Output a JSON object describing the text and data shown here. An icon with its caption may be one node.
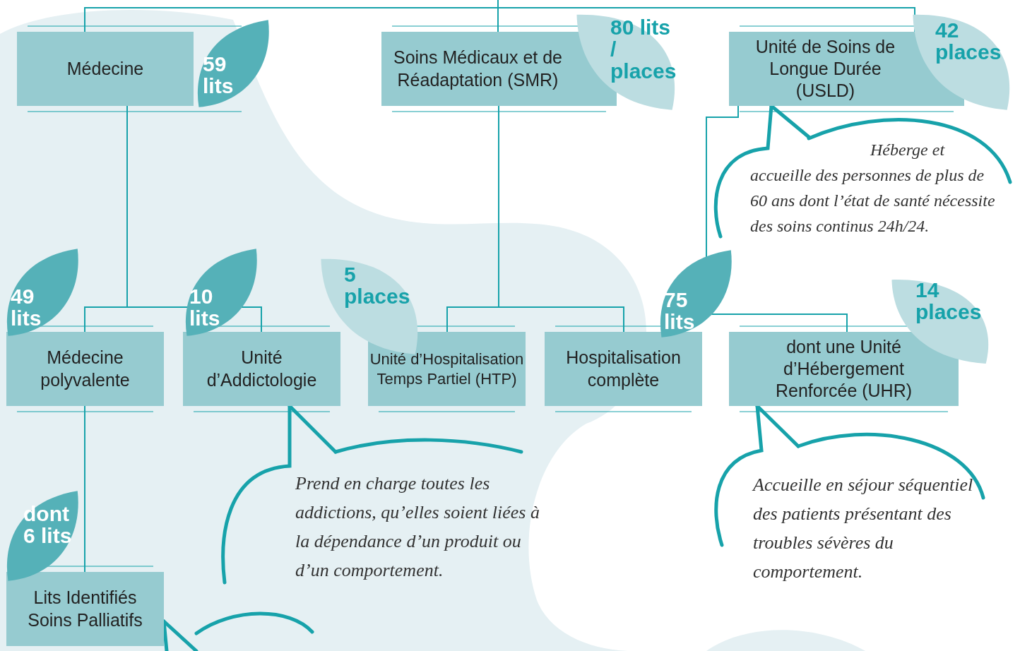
{
  "diagram": {
    "nodes": [
      {
        "text": [
          "Médecine"
        ],
        "beside": [
          "59 lits"
        ]
      },
      {
        "text": [
          "Soins Médicaux et de Réadaptation (SMR)"
        ],
        "beside": [
          "80 lits / places"
        ]
      },
      {
        "text": [
          "Unité de Soins de Longue Durée (USLD)"
        ],
        "beside": [
          "42 places"
        ]
      },
      {
        "text": [
          "Médecine polyvalente"
        ],
        "beside": [
          "49 lits"
        ]
      },
      {
        "text": [
          "Unité d’Addictologie"
        ],
        "beside": [
          "10 lits"
        ]
      },
      {
        "text": [
          "Unité d’Hospitalisation Temps Partiel (HTP)"
        ],
        "beside": [
          "5 places"
        ]
      },
      {
        "text": [
          "Hospitalisation complète"
        ],
        "beside": [
          "75 lits"
        ]
      },
      {
        "text": [
          "dont une Unité d’Hébergement Renforcée (UHR)"
        ],
        "beside": [
          "14 places"
        ]
      },
      {
        "text": [
          "Lits Identifiés Soins Palliatifs"
        ],
        "beside": [
          "dont 6 lits"
        ]
      },
      {
        "text": [
          "Héberge et accueille des personnes de plus de 60 ans dont l’état de santé nécessite des soins continus 24h/24."
        ]
      },
      {
        "text": [
          "Prend en charge toutes les addictions, qu’elles soient liées à la dépendance d’un produit ou d’un comportement."
        ]
      },
      {
        "text": [
          "Accueille en séjour séquentiel des patients présentant des troubles sévères du comportement."
        ]
      },
      {
        "text": [],
        "shape": "bubble"
      }
    ],
    "edges": [
      {
        "from": null,
        "to": 0,
        "arrow": "none"
      },
      {
        "from": null,
        "to": 1,
        "arrow": "none"
      },
      {
        "from": null,
        "to": 2,
        "arrow": "none"
      },
      {
        "from": 0,
        "to": 3,
        "arrow": "none"
      },
      {
        "from": 0,
        "to": 4,
        "arrow": "none"
      },
      {
        "from": 1,
        "to": 5,
        "arrow": "none"
      },
      {
        "from": 1,
        "to": 6,
        "arrow": "none"
      },
      {
        "from": 2,
        "to": 7,
        "arrow": "none"
      },
      {
        "from": 3,
        "to": 8,
        "arrow": "none"
      },
      {
        "from": 9,
        "to": 2,
        "arrow": "none",
        "style": "thick"
      },
      {
        "from": 10,
        "to": 4,
        "arrow": "none",
        "style": "thick"
      },
      {
        "from": 11,
        "to": 7,
        "arrow": "none",
        "style": "thick"
      },
      {
        "from": 12,
        "to": 8,
        "arrow": "none",
        "style": "thick"
      }
    ]
  }
}
